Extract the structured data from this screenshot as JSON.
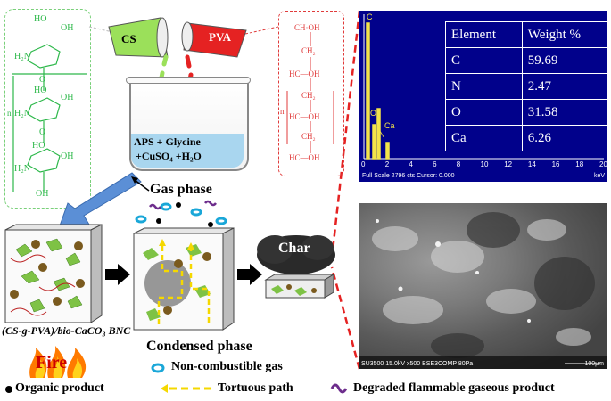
{
  "polymers": {
    "cs": "CS",
    "pva": "PVA"
  },
  "beaker": {
    "line1": "APS + Glycine",
    "line2": "+CuSO₄ +H₂O"
  },
  "cs_structure": {
    "labels": [
      "HO",
      "OH",
      "H₂N",
      "O",
      "HO",
      "OH",
      "H₂N",
      "O",
      "HO",
      "OH",
      "H₂N",
      "OH",
      "n"
    ]
  },
  "pva_structure": {
    "labels": [
      "CH·OH",
      "CH₂",
      "HC—OH",
      "CH₂",
      "HC—OH",
      "CH₂",
      "HC—OH",
      "n"
    ]
  },
  "labels": {
    "gas_phase": "Gas phase",
    "char": "Char",
    "composite": "(CS-g-PVA)/bio-CaCO₃ BNC",
    "condensed_phase": "Condensed phase",
    "fire": "Fire"
  },
  "legend": {
    "non_combustible": "Non-combustible gas",
    "organic": "Organic product",
    "tortuous": "Tortuous path",
    "degraded": "Degraded flammable gaseous product"
  },
  "eds": {
    "table": {
      "headers": [
        "Element",
        "Weight %"
      ],
      "rows": [
        [
          "C",
          "59.69"
        ],
        [
          "N",
          "2.47"
        ],
        [
          "O",
          "31.58"
        ],
        [
          "Ca",
          "6.26"
        ]
      ]
    },
    "peaks": [
      "C",
      "O",
      "N",
      "Ca"
    ],
    "ticks": [
      "0",
      "2",
      "4",
      "6",
      "8",
      "10",
      "12",
      "14",
      "16",
      "18",
      "20"
    ],
    "status": "Full Scale 2796 cts Cursor: 0.000",
    "unit": "keV"
  },
  "sem": {
    "info": "SU3500 15.0kV x500 BSE3COMP 80Pa",
    "scale": "100μm"
  },
  "colors": {
    "cs": "#9be05a",
    "pva": "#e52222",
    "eds_bg": "#01018b",
    "path": "#f5d800",
    "arrow": "#5b8fd6"
  }
}
